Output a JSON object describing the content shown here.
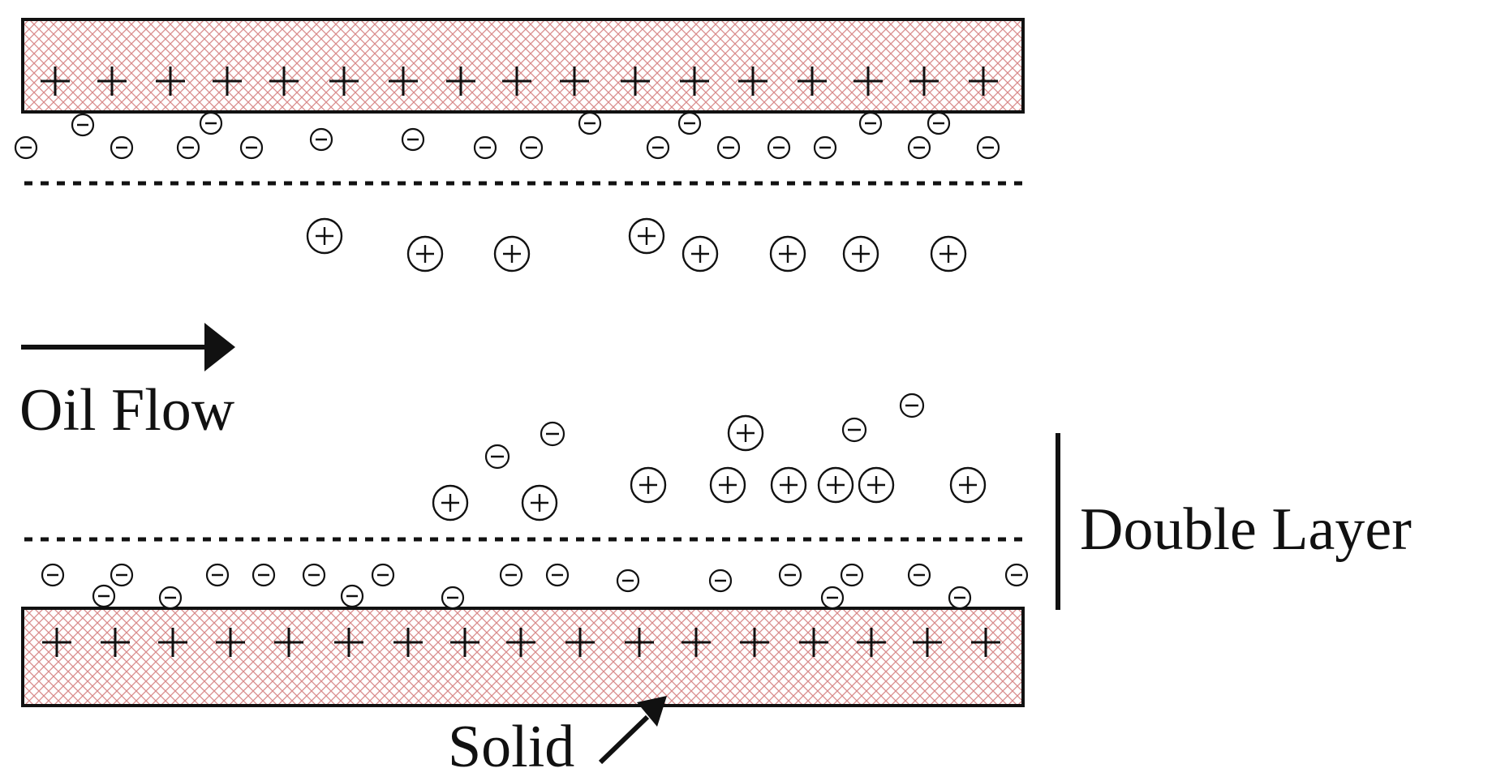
{
  "labels": {
    "oil_flow": "Oil Flow",
    "double_layer": "Double Layer",
    "solid": "Solid"
  },
  "colors": {
    "solid_hatch": "#d98c8c",
    "ink": "#111111",
    "background": "#ffffff"
  },
  "icons": {
    "positive_charge": "plus-sign",
    "negative_charge": "minus-sign",
    "flow_arrow": "right-arrow",
    "pointer_arrow": "diagonal-arrow"
  }
}
